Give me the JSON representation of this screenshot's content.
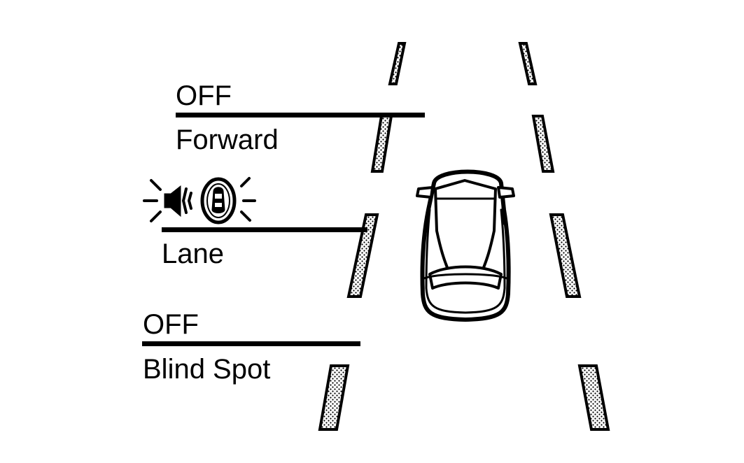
{
  "zones": [
    {
      "status": "OFF",
      "label": "Forward"
    },
    {
      "status": "",
      "label": "Lane"
    },
    {
      "status": "OFF",
      "label": "Blind Spot"
    }
  ],
  "icons": {
    "lane_alert": [
      "chime-speaker-icon",
      "car-in-ring-icon"
    ],
    "vehicle": "car-top-view-icon"
  },
  "colors": {
    "ink": "#000000",
    "background": "#ffffff"
  }
}
